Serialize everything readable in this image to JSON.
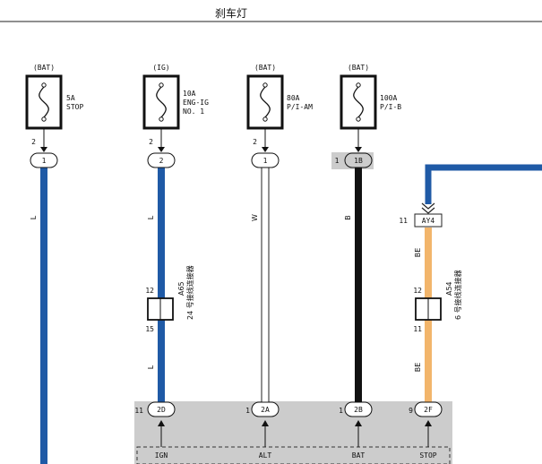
{
  "title": "刹车灯",
  "fuses": [
    {
      "source": "(BAT)",
      "rating": "5A",
      "name": "STOP",
      "name2": "",
      "pin_top": "2",
      "connector": "1",
      "conn_prefix": ""
    },
    {
      "source": "(IG)",
      "rating": "10A",
      "name": "ENG-IG",
      "name2": "NO. 1",
      "pin_top": "2",
      "connector": "2",
      "conn_prefix": ""
    },
    {
      "source": "(BAT)",
      "rating": "80A",
      "name": "P/I-AM",
      "name2": "",
      "pin_top": "2",
      "connector": "1",
      "conn_prefix": ""
    },
    {
      "source": "(BAT)",
      "rating": "100A",
      "name": "P/I-B",
      "name2": "",
      "pin_top": "",
      "connector": "1B",
      "conn_prefix": "1"
    }
  ],
  "wire_colors": {
    "blue": "#1f5aa6",
    "white": "#ffffff",
    "black": "#111111",
    "orange": "#f2b56b",
    "gray_box": "#cccccc"
  },
  "wire_labels": {
    "w1": "L",
    "w2_top": "L",
    "w2_bottom": "L",
    "w3": "W",
    "w4": "B",
    "w5_top": "BE",
    "w5_bottom": "BE"
  },
  "junction_a65": {
    "id": "A65",
    "name": "24 号接线连接器",
    "pin_top": "12",
    "pin_bottom": "15"
  },
  "junction_a54": {
    "id": "A54",
    "name": "6 号接线连接器",
    "pin_top": "12",
    "pin_bottom": "11"
  },
  "ay4": {
    "label": "AY4",
    "pin": "11"
  },
  "bottom_connectors": [
    {
      "pin": "11",
      "label": "2D",
      "signal": "IGN"
    },
    {
      "pin": "1",
      "label": "2A",
      "signal": "ALT"
    },
    {
      "pin": "1",
      "label": "2B",
      "signal": "BAT"
    },
    {
      "pin": "9",
      "label": "2F",
      "signal": "STOP"
    }
  ]
}
